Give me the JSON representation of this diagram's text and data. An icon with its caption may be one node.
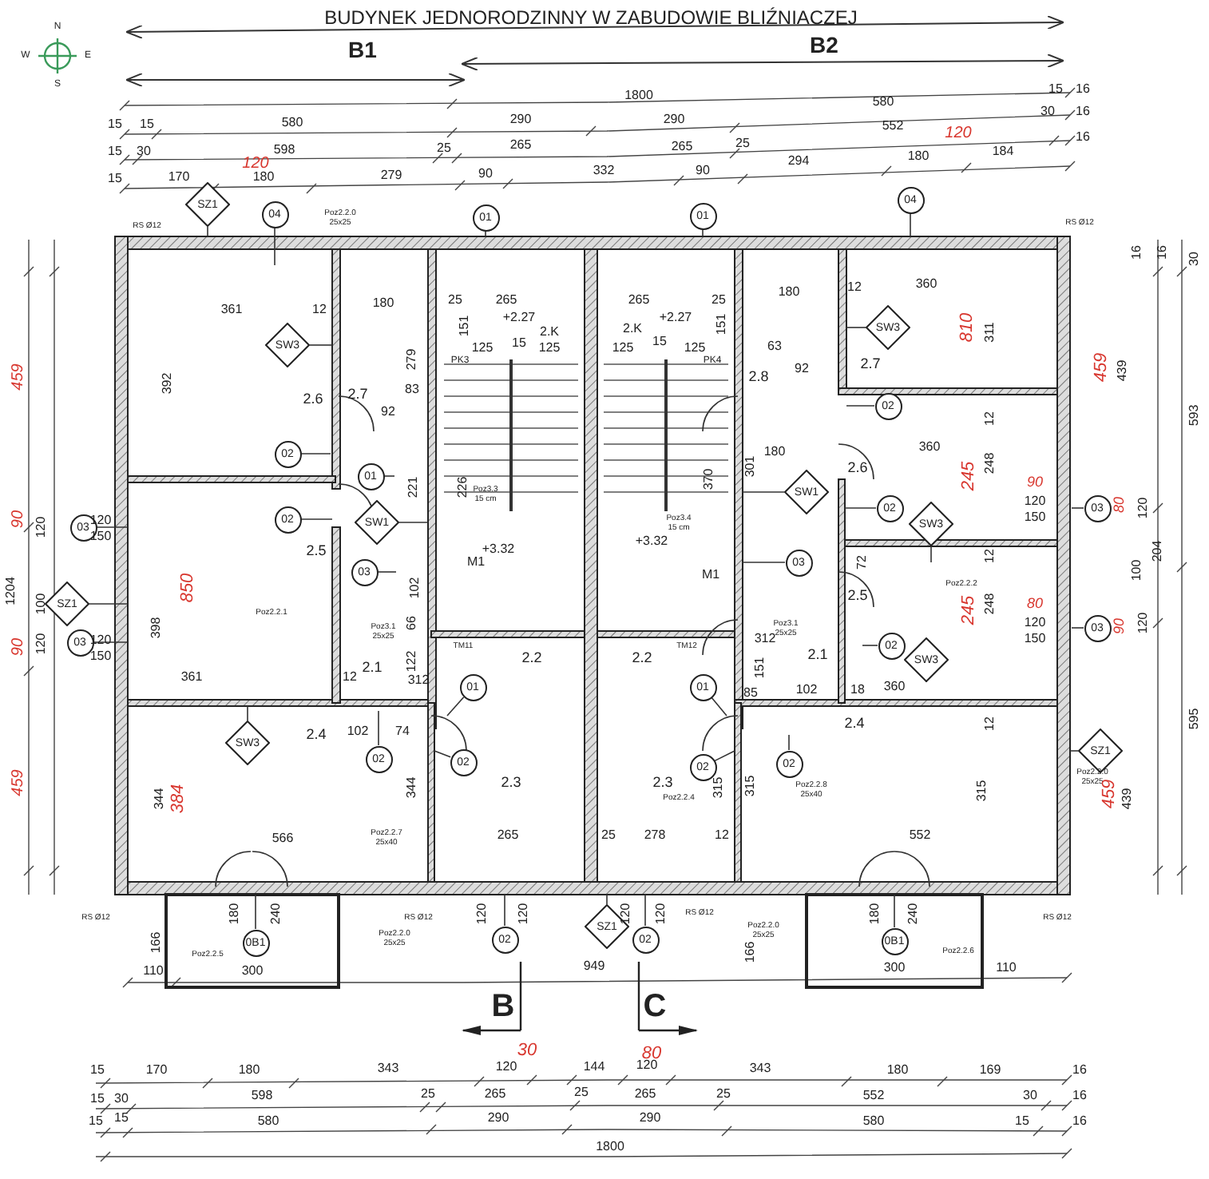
{
  "diagram": {
    "title": "BUDYNEK JEDNORODZINNY W ZABUDOWIE BLIŹNIACZEJ",
    "nodes": [
      {
        "text": [
          "SZ1"
        ]
      },
      {
        "text": [
          "04"
        ]
      },
      {
        "text": [
          "01"
        ]
      },
      {
        "text": [
          "01"
        ]
      },
      {
        "text": [
          "04"
        ]
      },
      {
        "text": [
          "SW3"
        ]
      },
      {
        "text": [
          "SW3"
        ]
      },
      {
        "text": [
          "02"
        ]
      },
      {
        "text": [
          "02"
        ]
      },
      {
        "text": [
          "01"
        ]
      },
      {
        "text": [
          "SW1"
        ]
      },
      {
        "text": [
          "SW1"
        ]
      },
      {
        "text": [
          "02"
        ]
      },
      {
        "text": [
          "02"
        ]
      },
      {
        "text": [
          "SW3"
        ]
      },
      {
        "text": [
          "03"
        ]
      },
      {
        "text": [
          "03"
        ]
      },
      {
        "text": [
          "03"
        ]
      },
      {
        "text": [
          "03"
        ]
      },
      {
        "text": [
          "SZ1"
        ]
      },
      {
        "text": [
          "03"
        ]
      },
      {
        "text": [
          "03"
        ]
      },
      {
        "text": [
          "02"
        ]
      },
      {
        "text": [
          "SW3"
        ]
      },
      {
        "text": [
          "01"
        ]
      },
      {
        "text": [
          "01"
        ]
      },
      {
        "text": [
          "SW3"
        ]
      },
      {
        "text": [
          "SZ1"
        ]
      },
      {
        "text": [
          "02"
        ]
      },
      {
        "text": [
          "02"
        ]
      },
      {
        "text": [
          "02"
        ]
      },
      {
        "text": [
          "02"
        ]
      },
      {
        "text": [
          "SZ1"
        ]
      },
      {
        "text": [
          "0B1"
        ]
      },
      {
        "text": [
          "02"
        ]
      },
      {
        "text": [
          "02"
        ]
      },
      {
        "text": [
          "0B1"
        ]
      }
    ],
    "edges": [
      {
        "from": 0,
        "to": null,
        "arrow": "none"
      },
      {
        "from": 1,
        "to": null,
        "arrow": "none"
      },
      {
        "from": 2,
        "to": null,
        "arrow": "none"
      },
      {
        "from": 3,
        "to": null,
        "arrow": "none"
      },
      {
        "from": 4,
        "to": null,
        "arrow": "none"
      },
      {
        "from": 5,
        "to": null,
        "arrow": "none"
      },
      {
        "from": 6,
        "to": null,
        "arrow": "none"
      },
      {
        "from": 7,
        "to": null,
        "arrow": "none"
      },
      {
        "from": 8,
        "to": null,
        "arrow": "none"
      },
      {
        "from": 9,
        "to": null,
        "arrow": "none"
      },
      {
        "from": 10,
        "to": null,
        "arrow": "none"
      },
      {
        "from": 11,
        "to": null,
        "arrow": "none"
      },
      {
        "from": 12,
        "to": null,
        "arrow": "none"
      },
      {
        "from": 13,
        "to": null,
        "arrow": "none"
      },
      {
        "from": 14,
        "to": null,
        "arrow": "none"
      },
      {
        "from": 15,
        "to": null,
        "arrow": "none"
      },
      {
        "from": 16,
        "to": null,
        "arrow": "none"
      },
      {
        "from": 17,
        "to": null,
        "arrow": "none"
      },
      {
        "from": 18,
        "to": null,
        "arrow": "none"
      },
      {
        "from": 19,
        "to": null,
        "arrow": "none"
      },
      {
        "from": 20,
        "to": null,
        "arrow": "none"
      },
      {
        "from": 21,
        "to": null,
        "arrow": "none"
      },
      {
        "from": 22,
        "to": null,
        "arrow": "none"
      },
      {
        "from": 23,
        "to": null,
        "arrow": "none"
      },
      {
        "from": 24,
        "to": null,
        "arrow": "none"
      },
      {
        "from": 25,
        "to": null,
        "arrow": "none"
      },
      {
        "from": 26,
        "to": null,
        "arrow": "none"
      },
      {
        "from": 27,
        "to": null,
        "arrow": "none"
      },
      {
        "from": 28,
        "to": null,
        "arrow": "none"
      },
      {
        "from": 29,
        "to": null,
        "arrow": "none"
      },
      {
        "from": 30,
        "to": null,
        "arrow": "none"
      },
      {
        "from": 31,
        "to": null,
        "arrow": "none"
      },
      {
        "from": 32,
        "to": null,
        "arrow": "none"
      },
      {
        "from": 33,
        "to": null,
        "arrow": "none"
      },
      {
        "from": 34,
        "to": null,
        "arrow": "none"
      },
      {
        "from": 35,
        "to": null,
        "arrow": "none"
      },
      {
        "from": 36,
        "to": null,
        "arrow": "none"
      }
    ],
    "labels": [
      "N",
      "W",
      "E",
      "S",
      "B1",
      "B2",
      "1800",
      "15",
      "15",
      "580",
      "290",
      "290",
      "580",
      "15",
      "16",
      "15",
      "30",
      "598",
      "25",
      "265",
      "265",
      "25",
      "552",
      "30",
      "16",
      "15",
      "170",
      "180",
      "279",
      "90",
      "332",
      "90",
      "294",
      "180",
      "184",
      "16",
      "120",
      "120",
      "RS Ø12",
      "Poz2.2.0",
      "25x25",
      "RS Ø12",
      "361",
      "12",
      "180",
      "25",
      "265",
      "151",
      "+2.27",
      "2.K",
      "125",
      "15",
      "125",
      "PK3",
      "265",
      "25",
      "2.K",
      "+2.27",
      "151",
      "125",
      "15",
      "125",
      "PK4",
      "180",
      "12",
      "360",
      "16",
      "16",
      "30",
      "459",
      "392",
      "279",
      "2.6",
      "2.7",
      "92",
      "83",
      "2.8",
      "2.7",
      "92",
      "63",
      "311",
      "810",
      "459",
      "439",
      "593",
      "221",
      "226",
      "Poz3.3",
      "15 cm",
      "180",
      "360",
      "12",
      "248",
      "245",
      "2.6",
      "301",
      "Poz3.4",
      "15 cm",
      "370",
      "90",
      "120",
      "120",
      "150",
      "1204",
      "100",
      "2.5",
      "850",
      "102",
      "66",
      "+3.32",
      "M1",
      "+3.32",
      "M1",
      "72",
      "12",
      "120",
      "150",
      "90",
      "80",
      "120",
      "204",
      "100",
      "2.5",
      "248",
      "245",
      "Poz2.2.1",
      "398",
      "Poz2.2.2",
      "120",
      "150",
      "80",
      "90",
      "120",
      "90",
      "120",
      "120",
      "150",
      "Poz3.1",
      "25x25",
      "TM11",
      "TM12",
      "122",
      "2.1",
      "2.2",
      "2.2",
      "312",
      "Poz3.1",
      "25x25",
      "2.1",
      "361",
      "12",
      "312",
      "151",
      "360",
      "102",
      "74",
      "85",
      "102",
      "18",
      "12",
      "2.4",
      "2.4",
      "595",
      "459",
      "344",
      "384",
      "344",
      "2.3",
      "2.3",
      "Poz2.2.4",
      "Poz2.2.8",
      "25x40",
      "315",
      "315",
      "315",
      "Poz2.2.0",
      "25x25",
      "459",
      "439",
      "Poz2.2.7",
      "25x40",
      "566",
      "265",
      "25",
      "278",
      "12",
      "552",
      "RS Ø12",
      "RS Ø12",
      "Poz2.2.0",
      "25x25",
      "180",
      "240",
      "166",
      "Poz2.2.5",
      "120",
      "120",
      "120",
      "120",
      "RS Ø12",
      "Poz2.2.0",
      "25x25",
      "180",
      "240",
      "RS Ø12",
      "166",
      "Poz2.2.6",
      "110",
      "300",
      "949",
      "300",
      "110",
      "B",
      "C",
      "30",
      "80",
      "15",
      "170",
      "180",
      "343",
      "120",
      "144",
      "120",
      "343",
      "180",
      "169",
      "16",
      "15",
      "30",
      "598",
      "25",
      "265",
      "25",
      "265",
      "25",
      "552",
      "30",
      "16",
      "15",
      "15",
      "580",
      "290",
      "290",
      "580",
      "15",
      "16",
      "1800"
    ]
  }
}
